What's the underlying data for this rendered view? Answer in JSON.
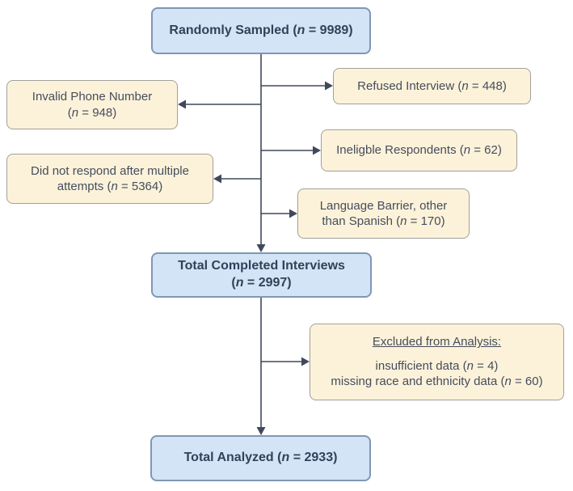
{
  "diagram": {
    "title": "Survey sampling and analysis flowchart",
    "colors": {
      "blue_fill": "#d3e4f6",
      "blue_border": "#7f97b5",
      "tan_fill": "#fcf2da",
      "tan_border": "#a0a09a",
      "text": "#454d5c",
      "text_bold": "#33405a",
      "arrow": "#40495a",
      "background": "#ffffff"
    },
    "boxes": {
      "randomly_sampled": {
        "pre": "Randomly Sampled (",
        "n": "n",
        "post": " = 9989)",
        "n_value": 9989
      },
      "refused": {
        "pre": "Refused Interview (",
        "n": "n",
        "post": " = 448)",
        "n_value": 448
      },
      "invalid_phone": {
        "line1": "Invalid Phone Number",
        "line2_pre": "(",
        "n": "n",
        "line2_post": " = 948)",
        "n_value": 948
      },
      "ineligible": {
        "pre": "Ineligble Respondents (",
        "n": "n",
        "post": " = 62)",
        "n_value": 62
      },
      "no_response": {
        "line1": "Did not respond after multiple",
        "line2_pre": "attempts (",
        "n": "n",
        "line2_post": " = 5364)",
        "n_value": 5364
      },
      "language_barrier": {
        "line1": "Language Barrier, other",
        "line2_pre": "than Spanish (",
        "n": "n",
        "line2_post": " = 170)",
        "n_value": 170
      },
      "total_completed": {
        "line1": "Total Completed Interviews",
        "line2_pre": "(",
        "n": "n",
        "line2_post": " = 2997)",
        "n_value": 2997
      },
      "excluded": {
        "heading": "Excluded from Analysis:",
        "line1_pre": "insufficient data (",
        "n1": "n",
        "line1_post": " = 4)",
        "n1_value": 4,
        "line2_pre": "missing race and ethnicity data (",
        "n2": "n",
        "line2_post": " = 60)",
        "n2_value": 60
      },
      "total_analyzed": {
        "pre": "Total Analyzed (",
        "n": "n",
        "post": " = 2933)",
        "n_value": 2933
      }
    }
  }
}
